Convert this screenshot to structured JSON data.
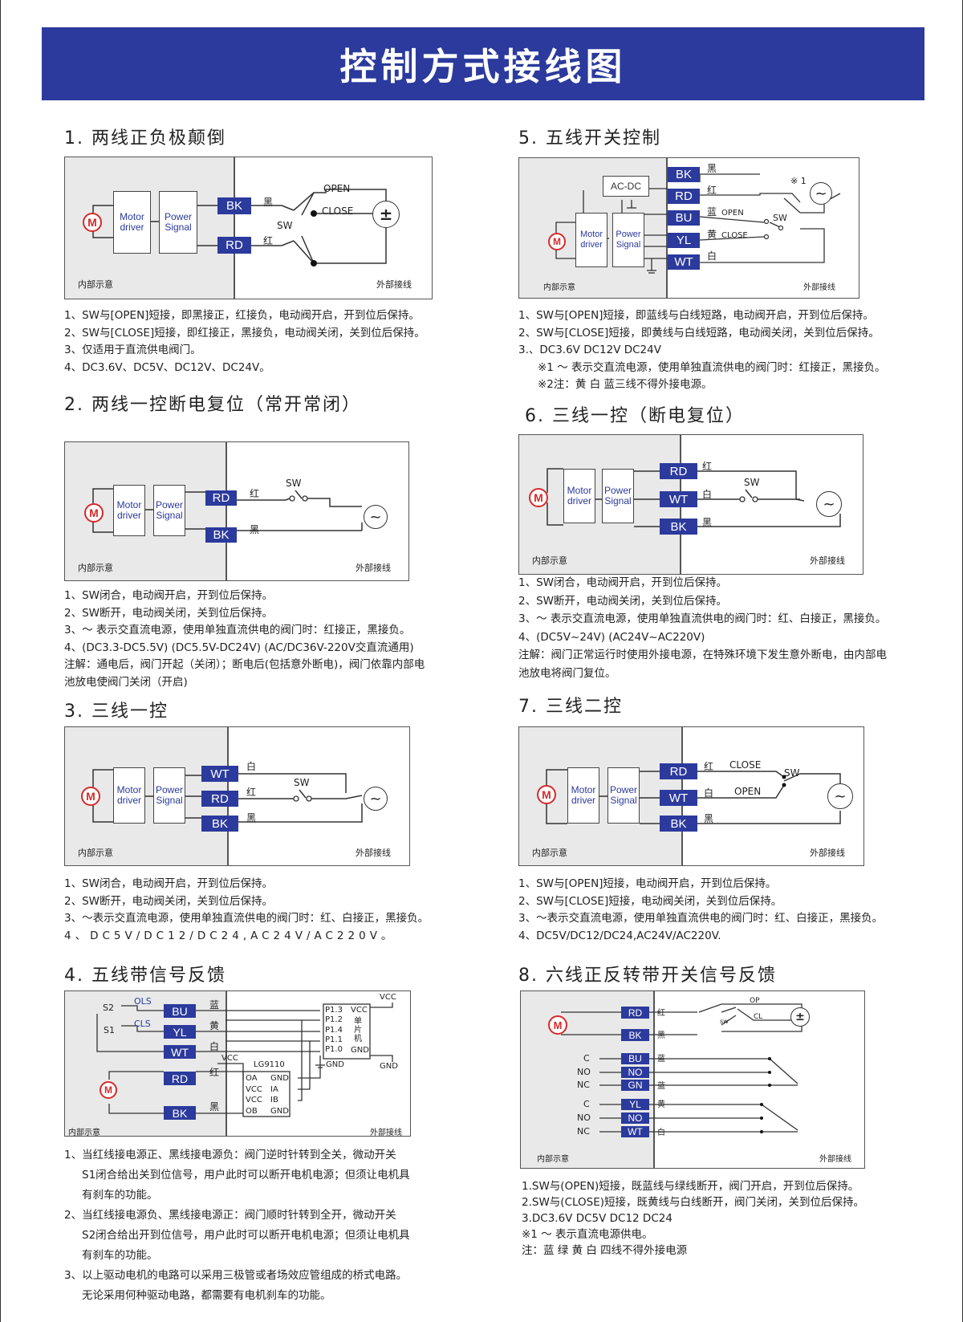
{
  "title": "控制方式接线图",
  "common": {
    "motor": "M",
    "motor_driver": "Motor driver",
    "power_signal": "Power Signal",
    "inside": "内部示意",
    "outside": "外部接线",
    "ac_symbol": "~"
  },
  "s1": {
    "heading": "1. 两线正负极颠倒",
    "tags": [
      "BK",
      "RD"
    ],
    "colors": [
      "黑",
      "红"
    ],
    "open": "OPEN",
    "close": "CLOSE",
    "sw": "SW",
    "dc": "±",
    "notes": [
      "1、SW与[OPEN]短接，即黑接正，红接负，电动阀开启，开到位后保持。",
      "2、SW与[CLOSE]短接，即红接正，黑接负，电动阀关闭，关到位后保持。",
      "3、仅适用于直流供电阀门。",
      "4、DC3.6V、DC5V、DC12V、DC24V。"
    ]
  },
  "s2": {
    "heading": "2. 两线一控断电复位（常开常闭）",
    "tags": [
      "RD",
      "BK"
    ],
    "colors": [
      "红",
      "黑"
    ],
    "sw": "SW",
    "notes": [
      "1、SW闭合，电动阀开启，开到位后保持。",
      "2、SW断开，电动阀关闭，关到位后保持。",
      "3、～ 表示交直流电源，使用单独直流供电的阀门时：红接正，黑接负。",
      "4、(DC3.3-DC5.5V) (DC5.5V-DC24V) (AC/DC36V-220V交直流通用)",
      "注解：通电后，阀门开起（关闭）；断电后(包括意外断电)，阀门依靠内部电",
      "池放电使阀门关闭（开启)"
    ]
  },
  "s3": {
    "heading": "3. 三线一控",
    "tags": [
      "WT",
      "RD",
      "BK"
    ],
    "colors": [
      "白",
      "红",
      "黑"
    ],
    "sw": "SW",
    "notes": [
      "1、SW闭合，电动阀开启，开到位后保持。",
      "2、SW断开，电动阀关闭，关到位后保持。",
      "3、～表示交直流电源，使用单独直流供电的阀门时：红、白接正，黑接负。",
      "4、DC5V/DC12/DC24,AC24V/AC220V。"
    ]
  },
  "s4": {
    "heading": "4. 五线带信号反馈",
    "tags": [
      "BU",
      "YL",
      "WT",
      "RD",
      "BK"
    ],
    "colors": [
      "蓝",
      "黄",
      "白",
      "红",
      "黑"
    ],
    "s2": "S2",
    "s1": "S1",
    "ols": "OLS",
    "cls": "CLS",
    "mcu_pins": [
      "P1.3",
      "P1.2",
      "P1.4",
      "P1.1",
      "P1.0"
    ],
    "mcu_vcc": "VCC",
    "mcu_gnd": "GND",
    "mcu_name": "单片机",
    "vcc": "VCC",
    "gnd": "GND",
    "chip": "LG9110",
    "chip_left": [
      "OA",
      "VCC",
      "VCC",
      "OB"
    ],
    "chip_right": [
      "GND",
      "IA",
      "IB",
      "GND"
    ],
    "notes": [
      "1、当红线接电源正、黑线接电源负：阀门逆时针转到全关，微动开关",
      "S1闭合给出关到位信号，用户此时可以断开电机电源；但须让电机具",
      "有刹车的功能。",
      "2、当红线接电源负、黑线接电源正：阀门顺时针转到全开，微动开关",
      "S2闭合给出开到位信号，用户此时可以断开电机电源；但须让电机具",
      "有刹车的功能。",
      "3、以上驱动电机的电路可以采用三极管或者场效应管组成的桥式电路。",
      "无论采用何种驱动电路，都需要有电机刹车的功能。"
    ]
  },
  "s5": {
    "heading": "5. 五线开关控制",
    "tags": [
      "BK",
      "RD",
      "BU",
      "YL",
      "WT"
    ],
    "colors": [
      "黑",
      "红",
      "蓝",
      "黄",
      "白"
    ],
    "acdc": "AC-DC",
    "open": "OPEN",
    "close": "CLOSE",
    "sw": "SW",
    "mark": "※ 1",
    "notes": [
      "1、SW与[OPEN]短接，即蓝线与白线短路，电动阀开启，开到位后保持。",
      "2、SW与[CLOSE]短接，即黄线与白线短路，电动阀关闭，关到位后保持。",
      "3.、DC3.6V  DC12V  DC24V",
      "※1 ～ 表示交直流电源，使用单独直流供电的阀门时：红接正，黑接负。",
      "※2注：黄 白 蓝三线不得外接电源。"
    ]
  },
  "s6": {
    "heading": "6. 三线一控（断电复位）",
    "tags": [
      "RD",
      "WT",
      "BK"
    ],
    "colors": [
      "红",
      "白",
      "黑"
    ],
    "sw": "SW",
    "notes": [
      "1、SW闭合，电动阀开启，开到位后保持。",
      "2、SW断开，电动阀关闭，关到位后保持。",
      "3、～ 表示交直流电源，使用单独直流供电的阀门时：红、白接正，黑接负。",
      "4、(DC5V~24V) (AC24V~AC220V)",
      "注解：阀门正常运行时使用外接电源，在特殊环境下发生意外断电，由内部电",
      "池放电将阀门复位。"
    ]
  },
  "s7": {
    "heading": "7. 三线二控",
    "tags": [
      "RD",
      "WT",
      "BK"
    ],
    "colors": [
      "红",
      "白",
      "黑"
    ],
    "close": "CLOSE",
    "open": "OPEN",
    "sw": "SW",
    "notes": [
      "1、SW与[OPEN]短接，电动阀开启，开到位后保持。",
      "2、SW与[CLOSE]短接，电动阀关闭，关到位后保持。",
      "3、～表示交直流电源，使用单独直流供电的阀门时：红、白接正，黑接负。",
      "4、DC5V/DC12/DC24,AC24V/AC220V."
    ]
  },
  "s8": {
    "heading": "8. 六线正反转带开关信号反馈",
    "tags": [
      "RD",
      "BK",
      "BU",
      "NO",
      "GN",
      "YL",
      "NO",
      "WT"
    ],
    "colors": [
      "红",
      "黑",
      "蓝",
      "蓝",
      "黄",
      "白"
    ],
    "side": [
      "C",
      "NO",
      "NC",
      "C",
      "NO",
      "NC"
    ],
    "op": "OP",
    "cl": "CL",
    "sw": "sw",
    "dc": "±",
    "notes": [
      "1.SW与(OPEN)短接，既蓝线与绿线断开，阀门开启，开到位后保持。",
      "2.SW与(CLOSE)短接，既黄线与白线断开，阀门关闭，关到位后保持。",
      "3.DC3.6V  DC5V  DC12  DC24",
      "※1 ～ 表示直流电源供电。",
      "注：蓝 绿 黄 白 四线不得外接电源"
    ]
  }
}
